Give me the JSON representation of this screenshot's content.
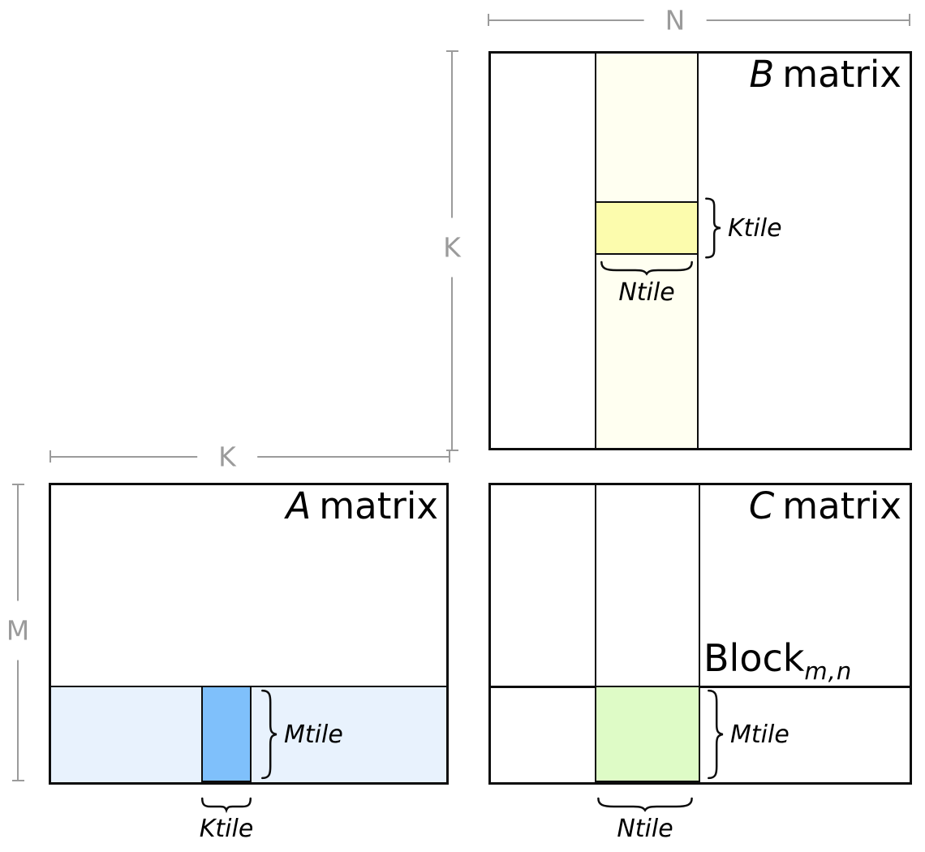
{
  "colors": {
    "border": "#0d0d0d",
    "dim-line": "#9b9b9b",
    "b-strip": "#fffff1",
    "b-tile": "#fcfcad",
    "a-strip": "#e8f2fd",
    "a-tile": "#7fc0fb",
    "c-tile": "#defbc6"
  },
  "dims": {
    "n_label": "N",
    "k_label": "K",
    "m_label": "M"
  },
  "matrices": {
    "b": {
      "title_letter": "B",
      "title_word": "matrix",
      "ktile_label": "Ktile",
      "ntile_label": "Ntile"
    },
    "a": {
      "title_letter": "A",
      "title_word": "matrix",
      "mtile_label": "Mtile",
      "ktile_label": "Ktile"
    },
    "c": {
      "title_letter": "C",
      "title_word": "matrix",
      "block_word": "Block",
      "block_sub": "m,n",
      "mtile_label": "Mtile",
      "ntile_label": "Ntile"
    }
  }
}
